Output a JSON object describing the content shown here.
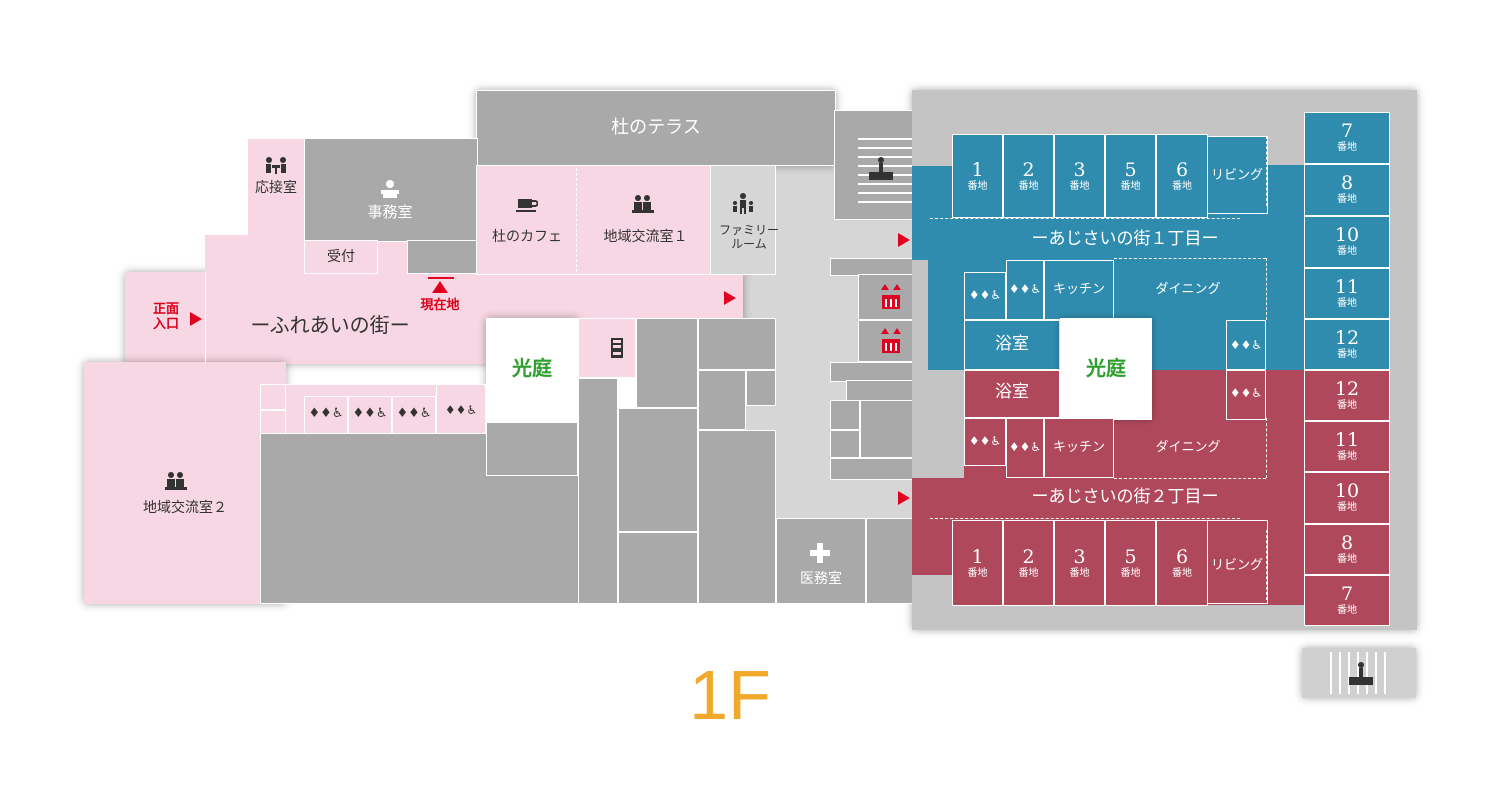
{
  "floor": "1F",
  "colors": {
    "pink": "#f7d7e3",
    "blue": "#2f8cae",
    "red": "#b0485c",
    "gray": "#a9a9a9",
    "accent": "#f0a92a",
    "marker": "#e0001f",
    "garden": "#2e9e2e"
  },
  "rooms": {
    "terrace": "杜のテラス",
    "reception_room": "応接室",
    "office": "事務室",
    "front_desk": "受付",
    "cafe": "杜のカフェ",
    "community1": "地域交流室１",
    "family_room": "ファミリールーム",
    "main_entrance": "正面入口",
    "you_are_here": "現在地",
    "fureai_street": "ーふれあいの街ー",
    "community2": "地域交流室２",
    "courtyard_west": "光庭",
    "courtyard_east": "光庭",
    "medical": "医務室"
  },
  "ajisai1": {
    "street": "ーあじさいの街１丁目ー",
    "living": "リビング",
    "kitchen": "キッチン",
    "dining": "ダイニング",
    "bath": "浴室",
    "units_top": [
      {
        "num": "1",
        "sub": "番地"
      },
      {
        "num": "2",
        "sub": "番地"
      },
      {
        "num": "3",
        "sub": "番地"
      },
      {
        "num": "5",
        "sub": "番地"
      },
      {
        "num": "6",
        "sub": "番地"
      }
    ],
    "units_side": [
      {
        "num": "7",
        "sub": "番地"
      },
      {
        "num": "8",
        "sub": "番地"
      },
      {
        "num": "10",
        "sub": "番地"
      },
      {
        "num": "11",
        "sub": "番地"
      },
      {
        "num": "12",
        "sub": "番地"
      }
    ]
  },
  "ajisai2": {
    "street": "ーあじさいの街２丁目ー",
    "living": "リビング",
    "kitchen": "キッチン",
    "dining": "ダイニング",
    "bath": "浴室",
    "units_bottom": [
      {
        "num": "1",
        "sub": "番地"
      },
      {
        "num": "2",
        "sub": "番地"
      },
      {
        "num": "3",
        "sub": "番地"
      },
      {
        "num": "5",
        "sub": "番地"
      },
      {
        "num": "6",
        "sub": "番地"
      }
    ],
    "units_side": [
      {
        "num": "12",
        "sub": "番地"
      },
      {
        "num": "11",
        "sub": "番地"
      },
      {
        "num": "10",
        "sub": "番地"
      },
      {
        "num": "8",
        "sub": "番地"
      },
      {
        "num": "7",
        "sub": "番地"
      }
    ]
  },
  "icons": [
    "restroom-icon",
    "wheelchair-icon",
    "elevator-icon",
    "stairs-icon",
    "cafe-icon",
    "group-icon",
    "reception-icon",
    "family-icon",
    "first-aid-icon",
    "vending-machine-icon",
    "arrow-marker-icon"
  ]
}
